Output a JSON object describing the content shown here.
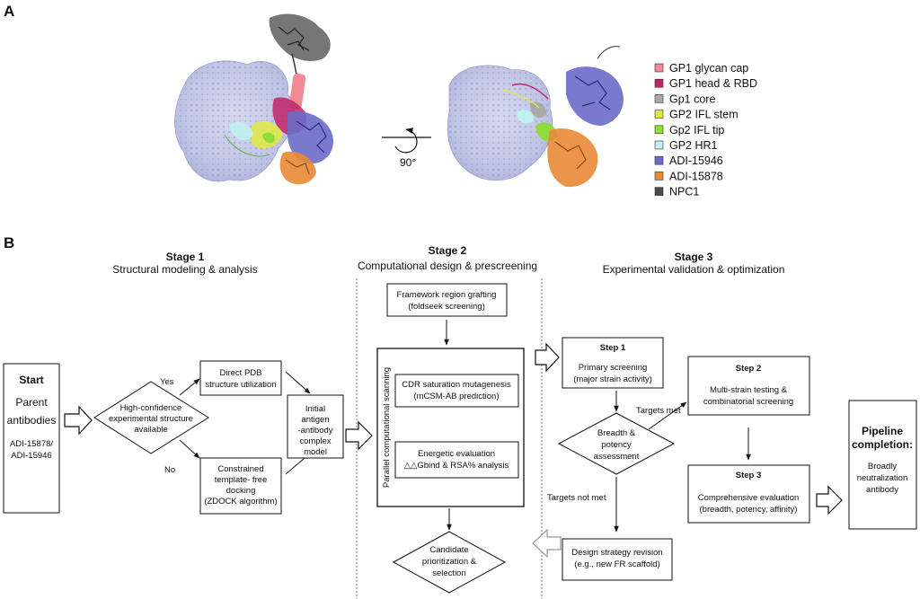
{
  "panel_a": {
    "label": "A",
    "rotation": "90°",
    "legend": [
      {
        "label": "GP1 glycan cap",
        "color": "#f08a94"
      },
      {
        "label": "GP1 head & RBD",
        "color": "#c2226a"
      },
      {
        "label": "Gp1 core",
        "color": "#a9a9a9"
      },
      {
        "label": "GP2 IFL stem",
        "color": "#dfe84a"
      },
      {
        "label": "Gp2 IFL tip",
        "color": "#8fdc3c"
      },
      {
        "label": "GP2 HR1",
        "color": "#bff0ee"
      },
      {
        "label": "ADI-15946",
        "color": "#6a6ac8"
      },
      {
        "label": "ADI-15878",
        "color": "#e88a36"
      },
      {
        "label": "NPC1",
        "color": "#4a4a4a"
      }
    ]
  },
  "panel_b": {
    "label": "B",
    "stage1": {
      "title": "Stage 1",
      "subtitle": "Structural modeling & analysis"
    },
    "stage2": {
      "title": "Stage 2",
      "subtitle": "Computational design & prescreening"
    },
    "stage3": {
      "title": "Stage 3",
      "subtitle": "Experimental validation & optimization"
    },
    "start": {
      "title": "Start",
      "line1": "Parent",
      "line2": "antibodies",
      "line3": "ADI-15878/",
      "line4": "ADI-15946"
    },
    "decision1": {
      "line1": "High-confidence",
      "line2": "experimental structure",
      "line3": "available"
    },
    "yes": "Yes",
    "no": "No",
    "direct_pdb": {
      "line1": "Direct PDB",
      "line2": "structure utilization"
    },
    "docking": {
      "line1": "Constrained",
      "line2": "template- free",
      "line3": "docking",
      "line4": "(ZDOCK algorithm)"
    },
    "initial_model": {
      "line1": "Initial",
      "line2": "antigen",
      "line3": "-antibody",
      "line4": "complex",
      "line5": "model"
    },
    "framework": {
      "line1": "Framework region grafting",
      "line2": "(foldseek screening)"
    },
    "parallel_label": "Parallel computational scanning",
    "cdr": {
      "line1": "CDR saturation mutagenesis",
      "line2": "(mCSM-AB prediction)"
    },
    "energetic": {
      "line1": "Energetic evaluation",
      "line2": "△△Gbind & RSA% analysis"
    },
    "candidate": {
      "line1": "Candidate",
      "line2": "prioritization &",
      "line3": "selection"
    },
    "step1": {
      "title": "Step 1",
      "line1": "Primary screening",
      "line2": "(major strain activity)"
    },
    "decision2": {
      "line1": "Breadth &",
      "line2": "potency",
      "line3": "assessment"
    },
    "targets_met": "Targets met",
    "targets_not_met": "Targets not met",
    "step2": {
      "title": "Step 2",
      "line1": "Multi-strain testing &",
      "line2": "combinatorial screening"
    },
    "step3": {
      "title": "Step 3",
      "line1": "Comprehensive evaluation",
      "line2": "(breadth, potency, affinity)"
    },
    "revision": {
      "line1": "Design strategy revision",
      "line2": "(e.g., new FR scaffold)"
    },
    "completion": {
      "line1": "Pipeline",
      "line2": "completion:",
      "line3": "Broadly",
      "line4": "neutralization",
      "line5": "antibody"
    }
  }
}
